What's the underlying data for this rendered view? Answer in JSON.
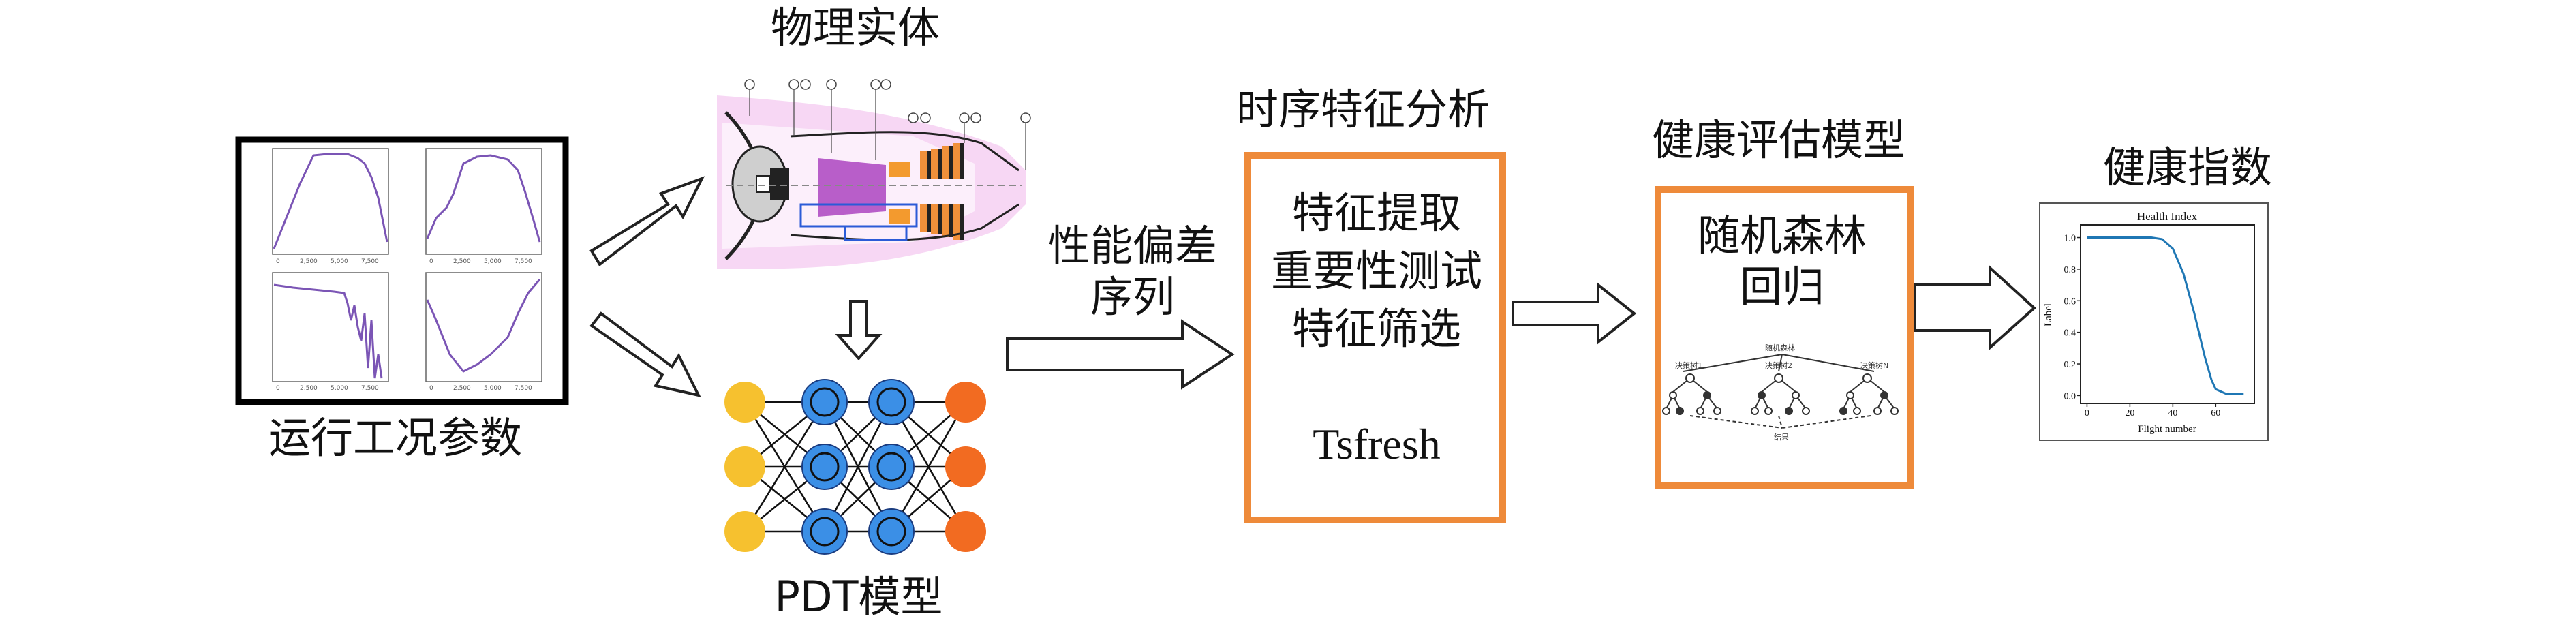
{
  "labels": {
    "operating_params": "运行工况参数",
    "physical_entity": "物理实体",
    "pdt_model": "PDT模型",
    "perf_dev_seq_line1": "性能偏差",
    "perf_dev_seq_line2": "序列",
    "ts_feature_analysis": "时序特征分析",
    "health_eval_model": "健康评估模型",
    "health_index": "健康指数"
  },
  "feature_box": {
    "line1": "特征提取",
    "line2": "重要性测试",
    "line3": "特征筛选",
    "tool": "Tsfresh"
  },
  "rf_box": {
    "line1": "随机森林",
    "line2": "回归",
    "tree_root": "随机森林",
    "tree_left": "决策树1",
    "tree_mid": "决策树2",
    "tree_right": "决策树N",
    "tree_out": "结果"
  },
  "hi_chart": {
    "title": "Health Index",
    "xlabel": "Flight number",
    "ylabel": "Label",
    "x_ticks": [
      "0",
      "20",
      "40",
      "60"
    ],
    "y_ticks": [
      "1.0",
      "0.8",
      "0.6",
      "0.4",
      "0.2",
      "0.0"
    ]
  },
  "chart_data": {
    "type": "line",
    "title": "Health Index",
    "xlabel": "Flight number",
    "ylabel": "Label",
    "xlim": [
      -3,
      78
    ],
    "ylim": [
      -0.05,
      1.08
    ],
    "series": [
      {
        "x": [
          0,
          10,
          20,
          30,
          35,
          40,
          45,
          50,
          55,
          58,
          60,
          65,
          70,
          73
        ],
        "y": [
          1.0,
          1.0,
          1.0,
          1.0,
          0.99,
          0.93,
          0.77,
          0.52,
          0.24,
          0.1,
          0.04,
          0.01,
          0.01,
          0.01
        ]
      }
    ]
  },
  "colors": {
    "orange_box": "#ee8a3a",
    "hi_line": "#1f77b4",
    "ops_line": "#7b55b5",
    "nn_yellow": "#f6c12f",
    "nn_blue": "#3b8fe6",
    "nn_orange": "#f26b21"
  }
}
